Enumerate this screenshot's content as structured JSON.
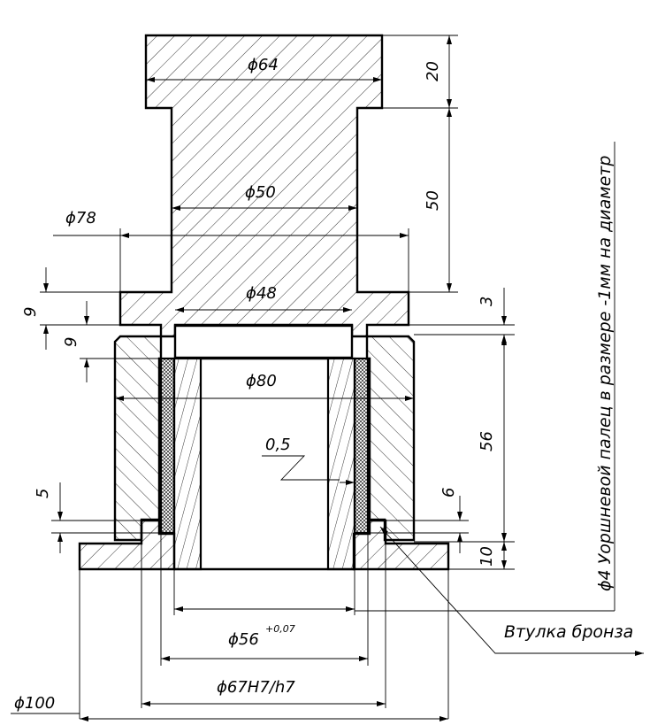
{
  "labels": {
    "d64": "ϕ64",
    "d50": "ϕ50",
    "d48": "ϕ48",
    "d78": "ϕ78",
    "d80": "ϕ80",
    "d56": "ϕ56",
    "d56_tol": "+0,07",
    "d67": "ϕ67H7/h7",
    "d100": "ϕ100",
    "h20": "20",
    "h50": "50",
    "h3": "3",
    "h56": "56",
    "h10": "10",
    "h6": "6",
    "h5": "5",
    "h9a": "9",
    "h9b": "9",
    "gap": "0,5",
    "bushing": "Втулка бронза",
    "note": "ϕ4 Уоршневой палец в размере -1мм на диаметр"
  }
}
